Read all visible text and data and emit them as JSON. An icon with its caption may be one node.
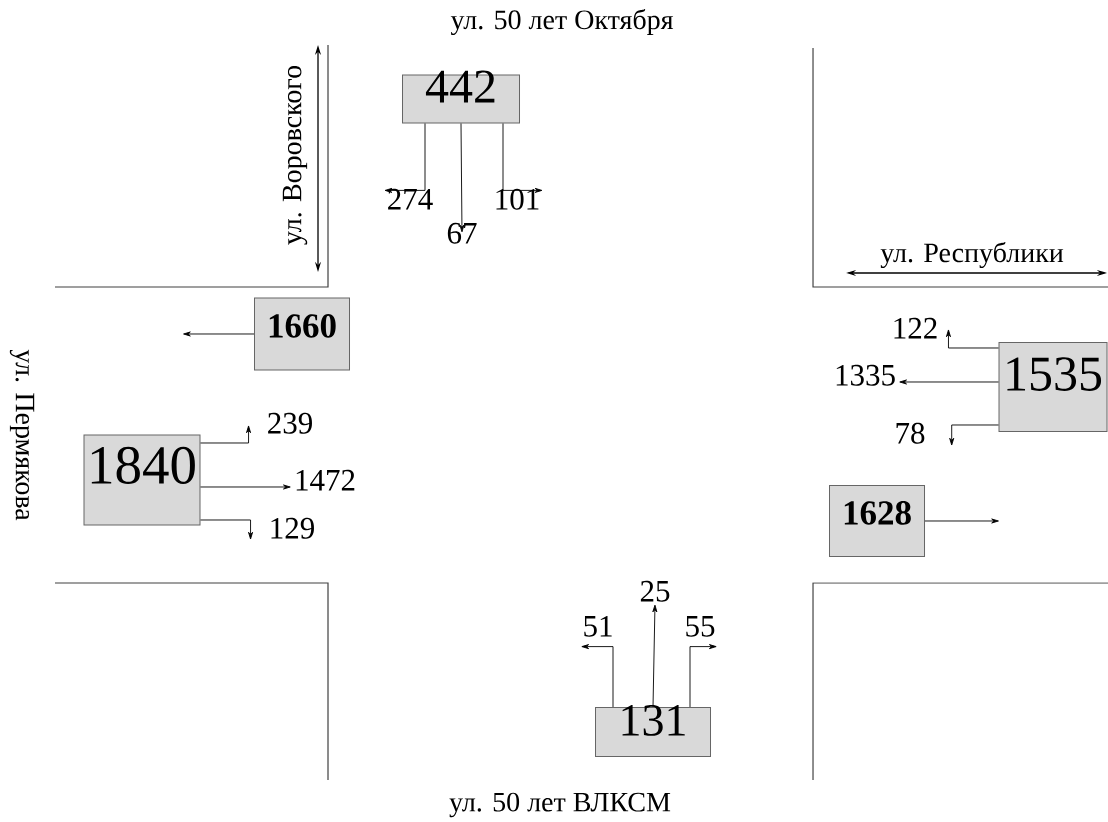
{
  "diagram": {
    "nodes": [
      {
        "text": [
          "442"
        ]
      },
      {
        "text": [
          "274"
        ]
      },
      {
        "text": [
          "67"
        ]
      },
      {
        "text": [
          "101"
        ]
      },
      {
        "text": [
          "1660"
        ]
      },
      {
        "text": [
          "1840"
        ]
      },
      {
        "text": [
          "239"
        ]
      },
      {
        "text": [
          "1472"
        ]
      },
      {
        "text": [
          "129"
        ]
      },
      {
        "text": [
          "1535"
        ]
      },
      {
        "text": [
          "122"
        ]
      },
      {
        "text": [
          "1335"
        ]
      },
      {
        "text": [
          "78"
        ]
      },
      {
        "text": [
          "1628"
        ]
      },
      {
        "text": [
          "51"
        ]
      },
      {
        "text": [
          "25"
        ]
      },
      {
        "text": [
          "55"
        ]
      },
      {
        "text": [
          "131"
        ]
      }
    ],
    "edges": [
      {
        "from": 0,
        "to": 1,
        "arrow": "to"
      },
      {
        "from": 0,
        "to": 2,
        "arrow": "to"
      },
      {
        "from": 0,
        "to": 3,
        "arrow": "to"
      },
      {
        "from": 4,
        "to": null,
        "arrow": "to"
      },
      {
        "from": 5,
        "to": 6,
        "arrow": "to"
      },
      {
        "from": 5,
        "to": 7,
        "arrow": "to"
      },
      {
        "from": 5,
        "to": 8,
        "arrow": "to"
      },
      {
        "from": 9,
        "to": 10,
        "arrow": "to"
      },
      {
        "from": 9,
        "to": 11,
        "arrow": "to"
      },
      {
        "from": 9,
        "to": 12,
        "arrow": "to"
      },
      {
        "from": 13,
        "to": null,
        "arrow": "to"
      },
      {
        "from": 17,
        "to": 14,
        "arrow": "to"
      },
      {
        "from": 17,
        "to": 15,
        "arrow": "to"
      },
      {
        "from": 17,
        "to": 16,
        "arrow": "to"
      }
    ],
    "labels": [
      "ул. 50 лет Октября",
      "ул. Воровского",
      "ул. Республики",
      "ул. Пермякова",
      "ул. 50 лет ВЛКСМ"
    ]
  }
}
